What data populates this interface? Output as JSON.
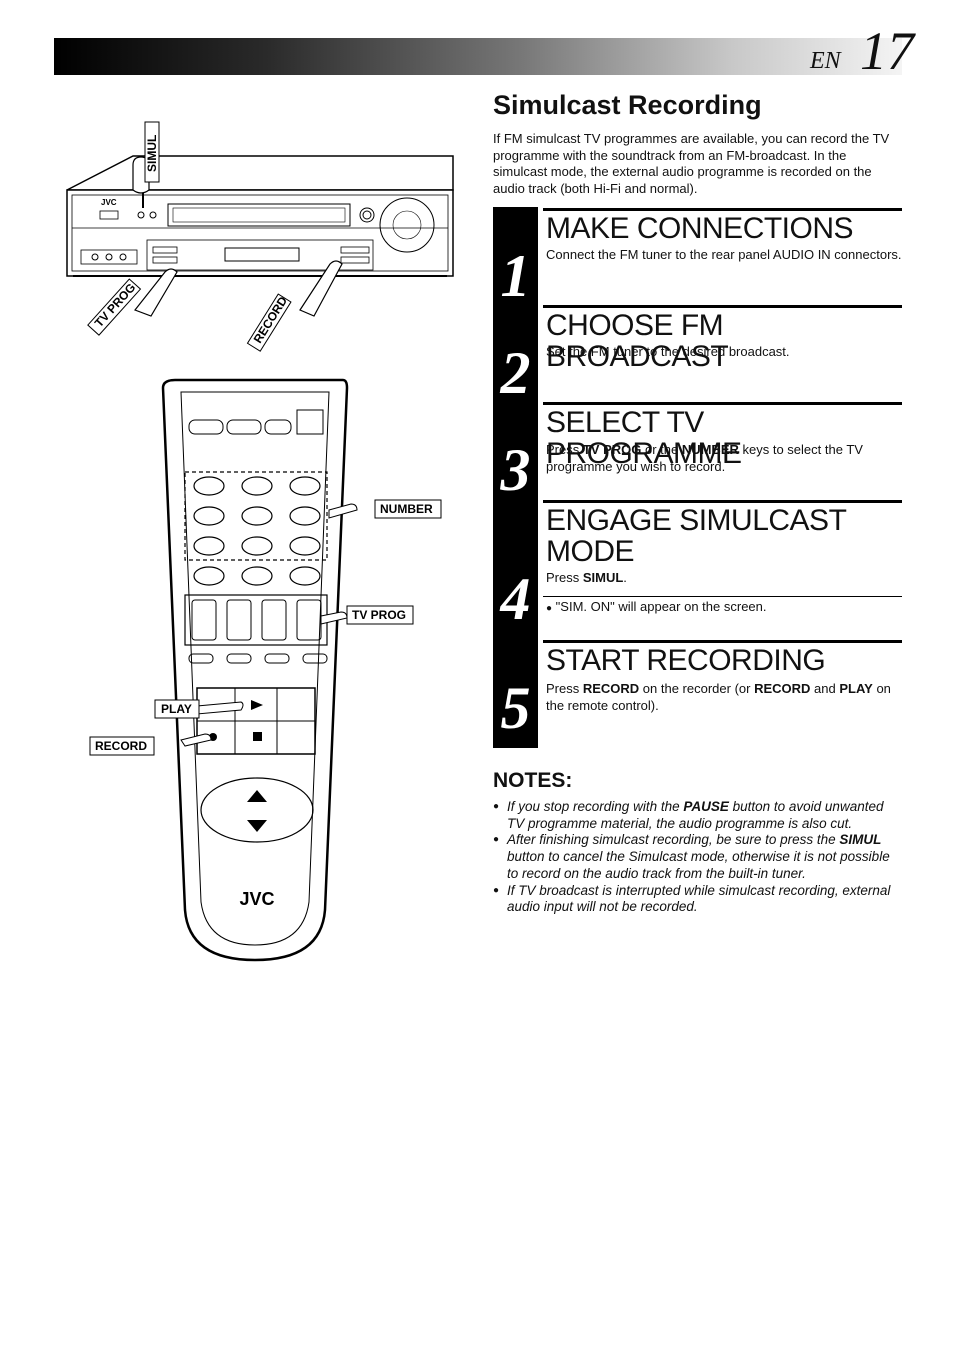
{
  "header": {
    "lang": "EN",
    "page_number": "17"
  },
  "section_title": "Simulcast Recording",
  "intro": "If FM simulcast TV programmes are available, you can record the TV programme with the soundtrack from an FM-broadcast. In the simulcast mode, the external audio programme is recorded on the audio track (both Hi-Fi and normal).",
  "steps": [
    {
      "num": "1",
      "title": "MAKE CONNECTIONS",
      "text": "Connect the FM tuner to the rear panel AUDIO IN connectors."
    },
    {
      "num": "2",
      "title": "CHOOSE FM BROADCAST",
      "text": "Set the FM tuner to the desired broadcast."
    },
    {
      "num": "3",
      "title": "SELECT TV PROGRAMME",
      "text_parts": [
        "Press ",
        "TV PROG",
        " or the ",
        "NUMBER",
        " keys to select the TV programme you wish to record."
      ]
    },
    {
      "num": "4",
      "title_line1": "ENGAGE SIMULCAST",
      "title_line2": "MODE",
      "text_parts": [
        "Press ",
        "SIMUL",
        "."
      ],
      "bullet": "\"SIM. ON\" will appear on the screen."
    },
    {
      "num": "5",
      "title": "START RECORDING",
      "text_parts": [
        "Press ",
        "RECORD",
        " on the recorder (or ",
        "RECORD",
        " and ",
        "PLAY",
        " on the remote control)."
      ]
    }
  ],
  "notes_title": "NOTES:",
  "notes": [
    {
      "parts": [
        "If you stop recording with the ",
        "PAUSE",
        " button to avoid unwanted TV programme material, the audio programme is also cut."
      ]
    },
    {
      "parts": [
        "After finishing simulcast recording, be sure to press the ",
        "SIMUL",
        " button to cancel the Simulcast mode, otherwise it is not possible to record on the audio track from the built-in tuner."
      ]
    },
    {
      "parts": [
        "If TV broadcast is interrupted while simulcast recording, external audio input will not be recorded."
      ]
    }
  ],
  "vcr_labels": {
    "brand": "JVC",
    "simul": "SIMUL",
    "tv_prog": "TV PROG",
    "record": "RECORD"
  },
  "remote_labels": {
    "brand": "JVC",
    "number": "NUMBER",
    "tv_prog": "TV PROG",
    "play": "PLAY",
    "record": "RECORD"
  }
}
